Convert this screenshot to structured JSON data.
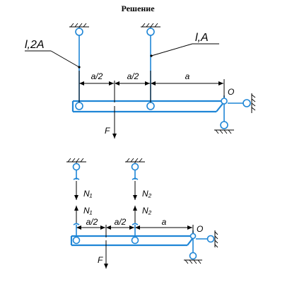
{
  "title": "Решение",
  "top": {
    "rod_left_label": "l,2A",
    "rod_right_label": "l,A",
    "dim_1": "a/2",
    "dim_2": "a/2",
    "dim_3": "a",
    "pivot_label": "O",
    "force_label": "F"
  },
  "bottom": {
    "n1_upper": "N₁",
    "n2_upper": "N₂",
    "n1_lower": "N₁",
    "n2_lower": "N₂",
    "dim_1": "a/2",
    "dim_2": "a/2",
    "dim_3": "a",
    "pivot_label": "O",
    "force_label": "F"
  }
}
